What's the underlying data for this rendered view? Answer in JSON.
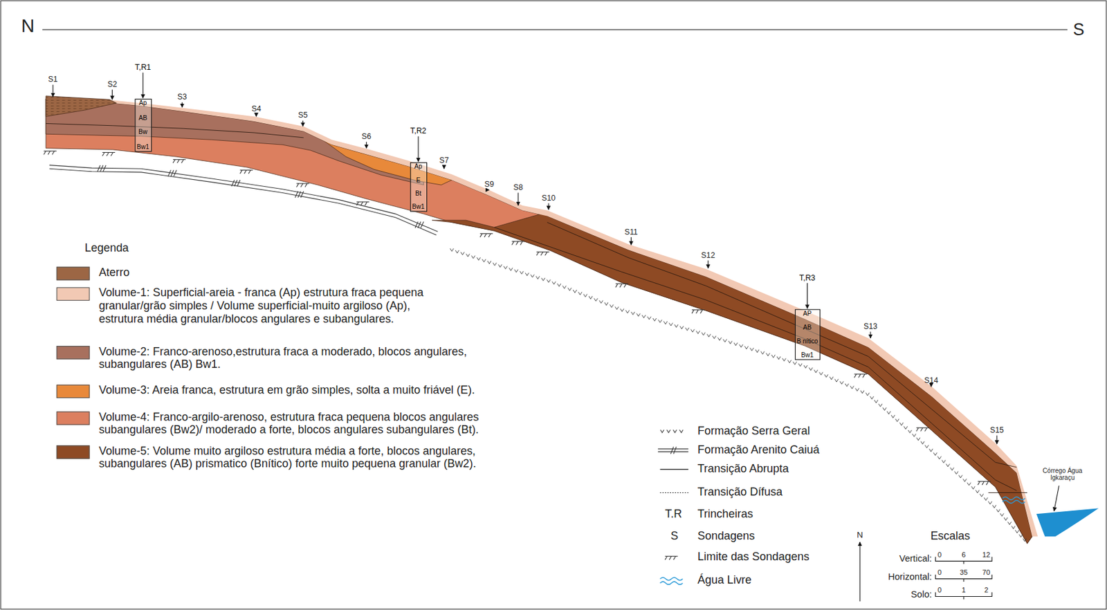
{
  "diagram": {
    "nodes": [
      {
        "text": [
          "T,R1",
          "Ap",
          "AB",
          "Bw",
          "Bw1"
        ]
      },
      {
        "text": [
          "T,R2",
          "Ap",
          "E",
          "Bt",
          "Bw1"
        ]
      },
      {
        "text": [
          "T,R3",
          "AP",
          "AB",
          "B nítico",
          "Bw1"
        ]
      }
    ],
    "labels": [
      "N",
      "S",
      "Legenda",
      "S1",
      "S2",
      "S3",
      "S4",
      "S5",
      "S6",
      "S7",
      "S9",
      "S8",
      "S10",
      "S11",
      "S12",
      "S13",
      "S14",
      "S15",
      "Córrego Água Igkaraçu",
      "T.R",
      "S",
      "Escalas",
      "Vertical:",
      "0",
      "6",
      "12",
      "Horizontal:",
      "0",
      "35",
      "70",
      "Solo:",
      "0",
      "1",
      "2",
      "N"
    ],
    "legend": [
      {
        "text": "Aterro",
        "color": "#9c6644"
      },
      {
        "text": "Volume-1: Superficial-areia - franca (Ap) estrutura fraca pequena granular/grão simples / Volume superficial-muito argiloso (Ap), estrutura média granular/blocos angulares e subangulares.",
        "color": "#f2c9b4"
      },
      {
        "text": "Volume-2: Franco-arenoso,estrutura fraca a moderado, blocos angulares, subangulares (AB) Bw1.",
        "color": "#a8705e"
      },
      {
        "text": "Volume-3: Areia franca, estrutura em grão simples, solta a muito friável (E).",
        "color": "#e8893a"
      },
      {
        "text": "Volume-4: Franco-argilo-arenoso, estrutura fraca pequena blocos angulares subangulares (Bw2)/ moderado a forte, blocos angulares subangulares (Bt).",
        "color": "#dc7f5f"
      },
      {
        "text": "Volume-5: Volume muito argiloso estrutura média a forte, blocos angulares, subangulares (AB) prismatico (Bnítico) forte muito pequena granular (Bw2).",
        "color": "#8e4a24"
      },
      {
        "text": "Formação Serra Geral"
      },
      {
        "text": "Formação Arenito Caiuá"
      },
      {
        "text": "Transição Abrupta"
      },
      {
        "text": "Transição Dífusa"
      },
      {
        "text": "Trincheiras"
      },
      {
        "text": "Sondagens"
      },
      {
        "text": "Limite das Sondagens"
      },
      {
        "text": "Água Livre"
      }
    ]
  }
}
